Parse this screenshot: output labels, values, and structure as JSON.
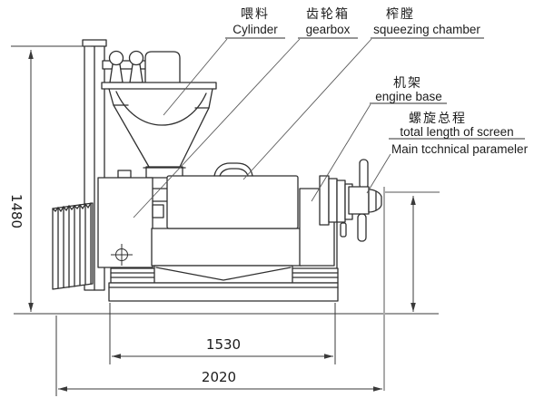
{
  "diagram": {
    "type": "technical line drawing of a screw oil press machine, side elevation with dimensions",
    "callouts": {
      "feed": {
        "zh": "喂料",
        "en": "Cylinder"
      },
      "gearbox": {
        "zh": "齿轮箱",
        "en": "gearbox"
      },
      "chamber": {
        "zh": "榨膛",
        "en": "squeezing chamber"
      },
      "engine_base": {
        "zh": "机架",
        "en": "engine base"
      },
      "screw": {
        "zh": "螺旋总程",
        "en": "total length of screen"
      },
      "note": {
        "en": "Main tcchnical parameler"
      }
    },
    "dimensions": {
      "overall_height": "1480",
      "base_length": "1530",
      "overall_length": "2020"
    },
    "colors": {
      "line": "#2f2f2f",
      "dim": "#3a3a3a",
      "leader": "#5a5a5a",
      "extension_gray": "#aaaaaa",
      "text": "#1c1c1c",
      "background": "#ffffff"
    }
  }
}
